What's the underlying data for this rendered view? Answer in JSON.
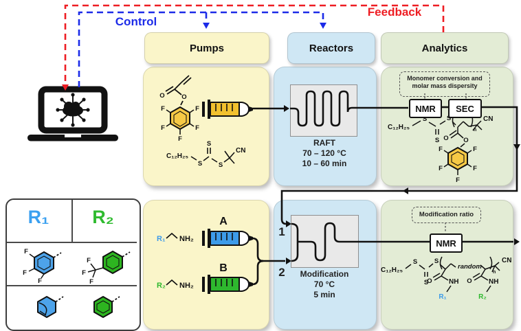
{
  "labels": {
    "control": "Control",
    "feedback": "Feedback"
  },
  "headers": {
    "pumps": "Pumps",
    "reactors": "Reactors",
    "analytics": "Analytics"
  },
  "raft_reactor": {
    "name": "RAFT",
    "temperature": "70 – 120 °C",
    "time": "10 – 60 min"
  },
  "modification_reactor": {
    "name": "Modification",
    "temperature": "70 °C",
    "time": "5 min",
    "inlet1": "1",
    "inlet2": "2"
  },
  "raft_analytics": {
    "annotation_line1": "Monomer conversion and",
    "annotation_line2": "molar mass dispersity",
    "nmr": "NMR",
    "sec": "SEC"
  },
  "mod_analytics": {
    "annotation": "Modification ratio",
    "nmr": "NMR"
  },
  "pumps_bottom": {
    "label_a": "A",
    "label_b": "B"
  },
  "legend": {
    "r1": "R₁",
    "r2": "R₂"
  },
  "chem": {
    "c12h25": "C₁₂H₂₅",
    "s": "S",
    "o": "O",
    "f": "F",
    "cn": "CN",
    "nh": "NH",
    "nh2": "NH₂",
    "n": "n",
    "r1": "R₁",
    "r2": "R₂",
    "random": "random"
  },
  "colors": {
    "control_blue": "#1C2BE8",
    "feedback_red": "#EE1D23",
    "pumps_panel_yellow": "#FAF5C9",
    "reactors_panel_blue": "#CFE7F4",
    "analytics_panel_green": "#E3ECD5",
    "syringe_yellow": "#F2C12E",
    "syringe_blue": "#3D9BE9",
    "syringe_green": "#2EB82E",
    "ring_yellow": "#F6C945",
    "r1_blue": "#3AA0F0",
    "r2_green": "#2FBB2F"
  }
}
